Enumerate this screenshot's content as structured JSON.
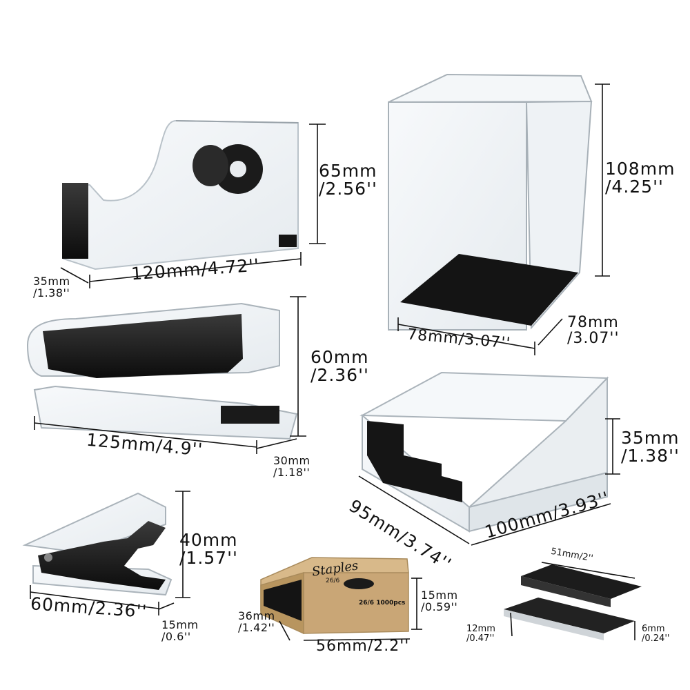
{
  "products": {
    "tape_dispenser": {
      "height": "65mm\n/2.56''",
      "length": "120mm/4.72''",
      "depth": "35mm\n/1.38''"
    },
    "pen_holder": {
      "height": "108mm\n/4.25''",
      "width": "78mm/3.07''",
      "depth": "78mm\n/3.07''"
    },
    "stapler": {
      "height": "60mm\n/2.36''",
      "length": "125mm/4.9''",
      "depth": "30mm\n/1.18''"
    },
    "memo_holder": {
      "height": "35mm\n/1.38''",
      "width": "100mm/3.93''",
      "depth": "95mm/3.74''"
    },
    "staple_remover": {
      "height": "40mm\n/1.57''",
      "length": "60mm/2.36''",
      "depth": "15mm\n/0.6''"
    },
    "staple_box": {
      "title": "Staples",
      "size_code": "26/6",
      "count": "26/6 1000pcs",
      "height": "15mm\n/0.59''",
      "width": "56mm/2.2''",
      "depth": "36mm\n/1.42''"
    },
    "staples": {
      "length": "51mm/2''",
      "height": "6mm\n/0.24''",
      "width": "12mm\n/0.47''"
    }
  },
  "colors": {
    "acrylic": "#eef2f5",
    "black": "#151515",
    "kraft": "#c9a676"
  }
}
